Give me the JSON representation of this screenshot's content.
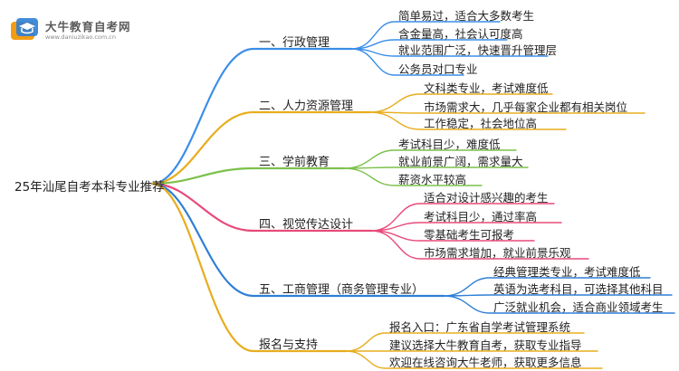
{
  "logo": {
    "title": "大牛教育自考网",
    "url": "www.daniuzikao.com.cn",
    "colors": {
      "badge_orange": "#f39c12",
      "badge_blue": "#2f7fd6"
    }
  },
  "root": {
    "label": "25年汕尾自考本科专业推荐"
  },
  "branches": [
    {
      "label": "一、行政管理",
      "color": "#3b8ee8",
      "leaves": [
        "简单易过，适合大多数考生",
        "含金量高，社会认可度高",
        "就业范围广泛，快速晋升管理层",
        "公务员对口专业"
      ]
    },
    {
      "label": "二、人力资源管理",
      "color": "#e8ad1e",
      "leaves": [
        "文科类专业，考试难度低",
        "市场需求大，几乎每家企业都有相关岗位",
        "工作稳定，社会地位高"
      ]
    },
    {
      "label": "三、学前教育",
      "color": "#7cc14b",
      "leaves": [
        "考试科目少，难度低",
        "就业前景广阔，需求量大",
        "薪资水平较高"
      ]
    },
    {
      "label": "四、视觉传达设计",
      "color": "#e84a7a",
      "leaves": [
        "适合对设计感兴趣的考生",
        "考试科目少，通过率高",
        "零基础考生可报考",
        "市场需求增加，就业前景乐观"
      ]
    },
    {
      "label": "五、工商管理（商务管理专业）",
      "color": "#2f7fd6",
      "leaves": [
        "经典管理类专业，考试难度低",
        "英语为选考科目，可选择其他科目",
        "广泛就业机会，适合商业领域考生"
      ]
    },
    {
      "label": "报名与支持",
      "color": "#e8ad1e",
      "leaves": [
        "报名入口：广东省自学考试管理系统",
        "建议选择大牛教育自考，获取专业指导",
        "欢迎在线咨询大牛老师，获取更多信息"
      ]
    }
  ]
}
